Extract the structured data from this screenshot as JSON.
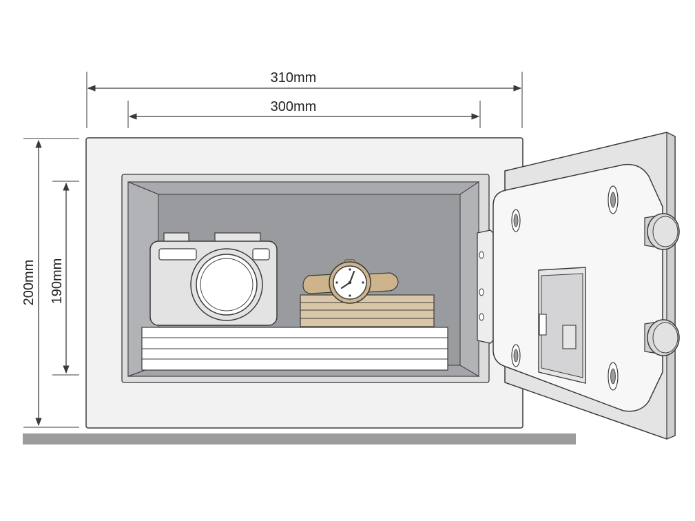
{
  "dimensions": {
    "outer_width": "310mm",
    "inner_width": "300mm",
    "outer_height": "200mm",
    "inner_height": "190mm"
  },
  "colors": {
    "line": "#3a3a3a",
    "body_fill": "#f2f2f2",
    "interior_fill": "#9a9b9e",
    "interior_wall": "#b4b5b8",
    "door_fill": "#ededed",
    "door_panel": "#f7f7f7",
    "floor": "#9c9c9c",
    "wood": "#d9c7a8",
    "watch_strap": "#cdb48c",
    "text": "#222222"
  },
  "icons": [
    "camera-icon",
    "watch-icon",
    "bolt-icon",
    "screw-icon",
    "hinge-icon",
    "keypad-icon"
  ]
}
